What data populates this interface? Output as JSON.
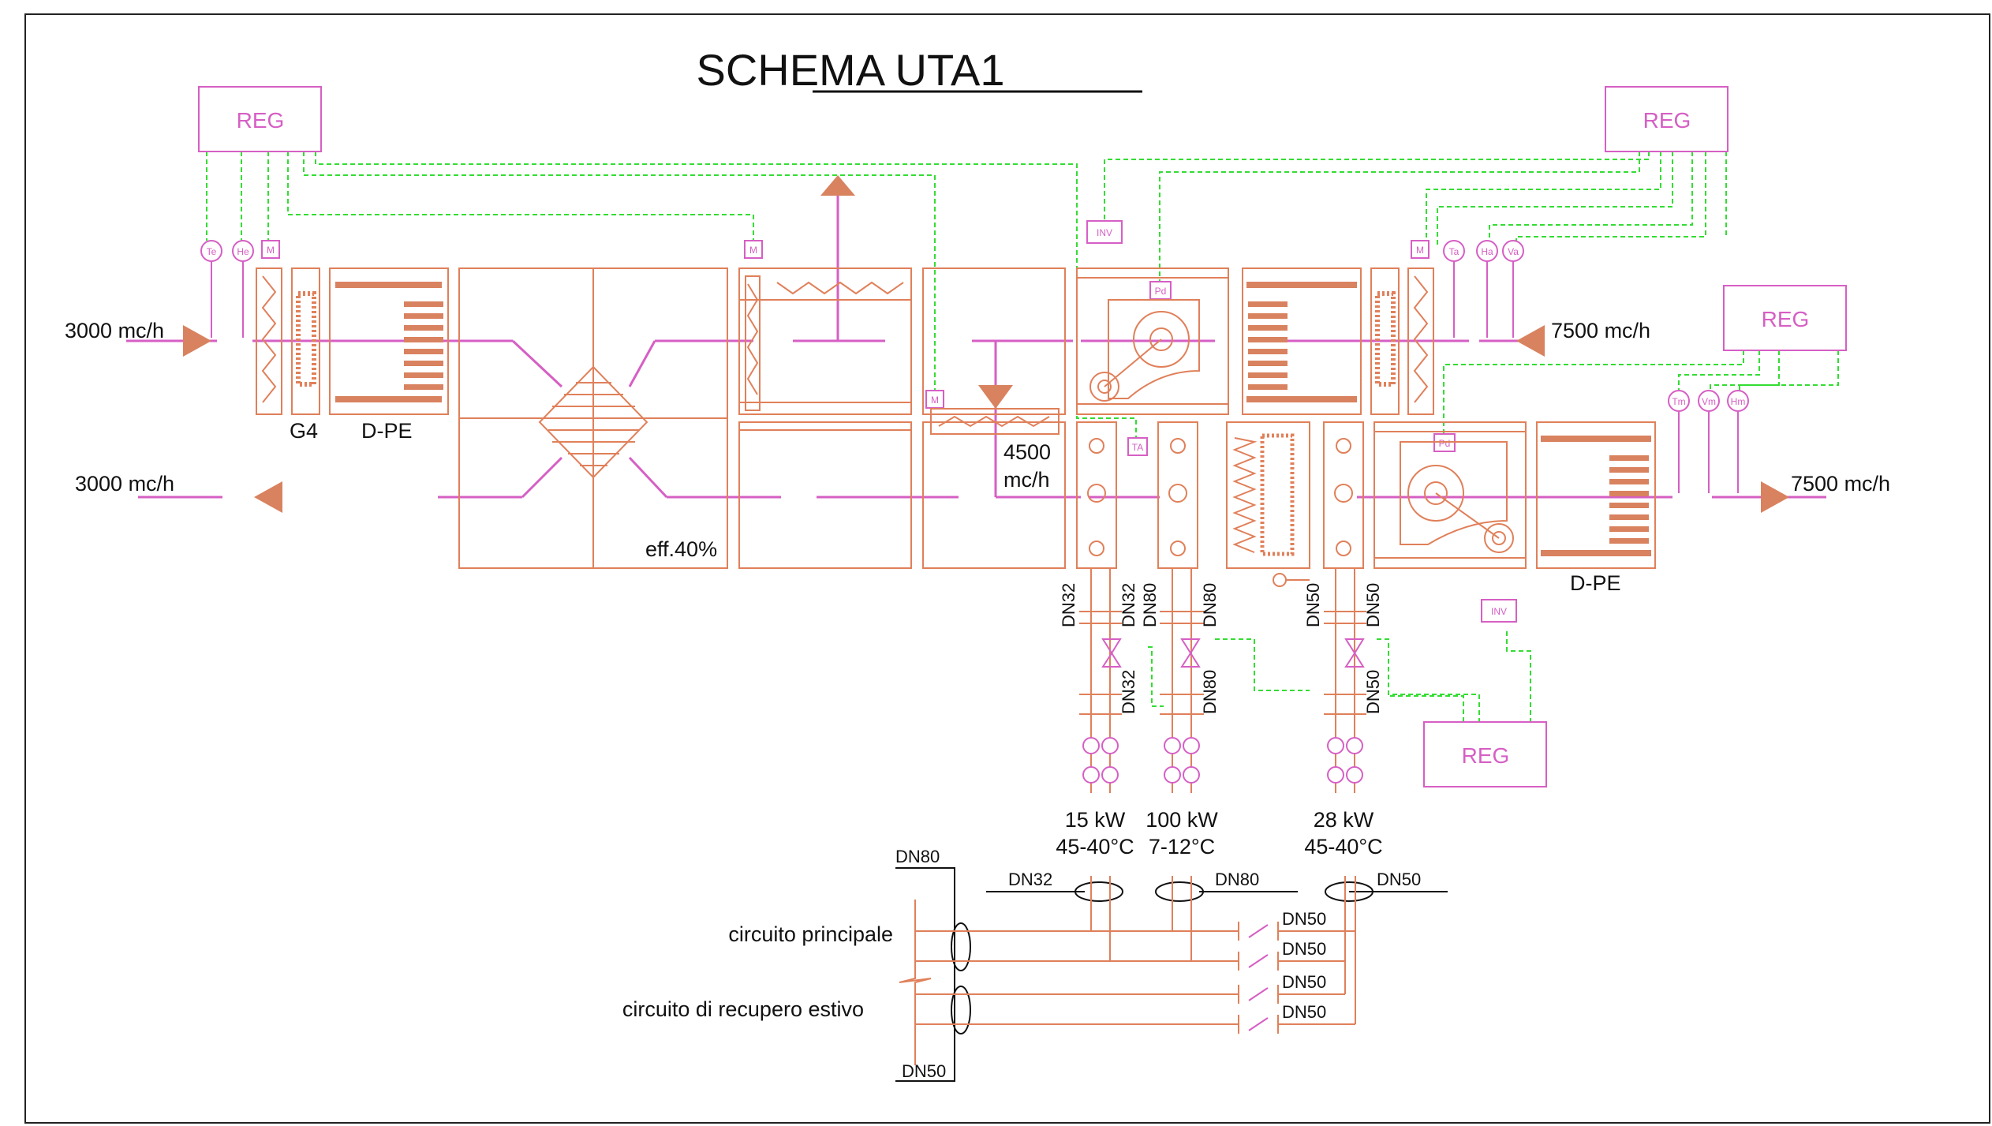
{
  "title": "SCHEMA UTA1",
  "controllers": {
    "reg_label": "REG",
    "inverter_label": "INV"
  },
  "sensors": {
    "outdoor": [
      "Te",
      "He",
      "M"
    ],
    "return": [
      "M",
      "Ta",
      "Ha",
      "Va"
    ],
    "supply": [
      "Tm",
      "Vm",
      "Hm"
    ],
    "antifreeze": "TA",
    "pressure": "Pd",
    "damper": "M"
  },
  "airflows": {
    "outdoor_air": "3000 mc/h",
    "exhaust_air": "3000 mc/h",
    "return_air": "7500 mc/h",
    "supply_air": "7500 mc/h",
    "recirculation": "4500",
    "recirculation_unit": "mc/h"
  },
  "components": {
    "filter_label": "G4",
    "humidifier_label_1": "D-PE",
    "humidifier_label_2": "D-PE",
    "recovery_efficiency": "eff.40%"
  },
  "coils": [
    {
      "power": "15 kW",
      "temps": "45-40°C",
      "dn": "DN32"
    },
    {
      "power": "100 kW",
      "temps": "7-12°C",
      "dn": "DN80"
    },
    {
      "power": "28 kW",
      "temps": "45-40°C",
      "dn": "DN50"
    }
  ],
  "manifold": {
    "main_in_dn": "DN80",
    "recovery_in_dn": "DN50",
    "branch_dn": [
      "DN32",
      "DN80",
      "DN50"
    ],
    "valve_dn": [
      "DN50",
      "DN50",
      "DN50",
      "DN50"
    ],
    "circuit_main": "circuito principale",
    "circuit_recovery": "circuito di recupero estivo"
  },
  "colors": {
    "equipment": "#e0805a",
    "air_path": "#d65fc4",
    "control_wiring": "#33dd33",
    "piping": "#111111"
  }
}
